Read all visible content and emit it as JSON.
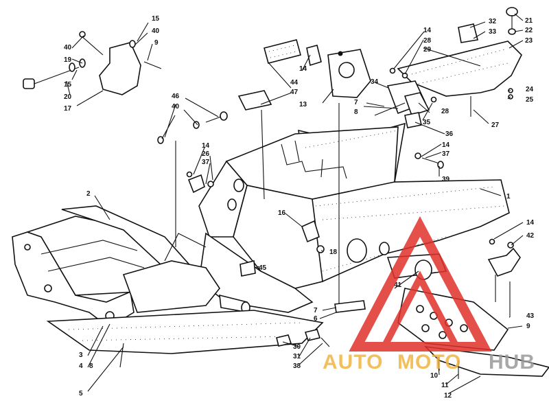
{
  "diagram": {
    "callouts": [
      {
        "id": "c1",
        "text": "15"
      },
      {
        "id": "c2",
        "text": "40"
      },
      {
        "id": "c3",
        "text": "9"
      },
      {
        "id": "c4",
        "text": "40"
      },
      {
        "id": "c5",
        "text": "19"
      },
      {
        "id": "c6",
        "text": "15"
      },
      {
        "id": "c7",
        "text": "20"
      },
      {
        "id": "c8",
        "text": "17"
      },
      {
        "id": "c9",
        "text": "14"
      },
      {
        "id": "c10",
        "text": "44"
      },
      {
        "id": "c11",
        "text": "47"
      },
      {
        "id": "c12",
        "text": "13"
      },
      {
        "id": "c13",
        "text": "46"
      },
      {
        "id": "c14",
        "text": "40"
      },
      {
        "id": "c15",
        "text": "14"
      },
      {
        "id": "c16",
        "text": "26"
      },
      {
        "id": "c17",
        "text": "37"
      },
      {
        "id": "c18",
        "text": "32"
      },
      {
        "id": "c19",
        "text": "33"
      },
      {
        "id": "c20",
        "text": "14"
      },
      {
        "id": "c21",
        "text": "28"
      },
      {
        "id": "c22",
        "text": "29"
      },
      {
        "id": "c23",
        "text": "21"
      },
      {
        "id": "c24",
        "text": "22"
      },
      {
        "id": "c25",
        "text": "23"
      },
      {
        "id": "c26",
        "text": "34"
      },
      {
        "id": "c27",
        "text": "7"
      },
      {
        "id": "c28",
        "text": "8"
      },
      {
        "id": "c29",
        "text": "28"
      },
      {
        "id": "c30",
        "text": "35"
      },
      {
        "id": "c31",
        "text": "24"
      },
      {
        "id": "c32",
        "text": "25"
      },
      {
        "id": "c33",
        "text": "27"
      },
      {
        "id": "c34",
        "text": "36"
      },
      {
        "id": "c35",
        "text": "14"
      },
      {
        "id": "c36",
        "text": "37"
      },
      {
        "id": "c37",
        "text": "39"
      },
      {
        "id": "c38",
        "text": "1"
      },
      {
        "id": "c39",
        "text": "2"
      },
      {
        "id": "c40",
        "text": "16"
      },
      {
        "id": "c41",
        "text": "18"
      },
      {
        "id": "c42",
        "text": "45"
      },
      {
        "id": "c43",
        "text": "41"
      },
      {
        "id": "c44",
        "text": "14"
      },
      {
        "id": "c45",
        "text": "42"
      },
      {
        "id": "c46",
        "text": "7"
      },
      {
        "id": "c47",
        "text": "6"
      },
      {
        "id": "c48",
        "text": "43"
      },
      {
        "id": "c49",
        "text": "9"
      },
      {
        "id": "c50",
        "text": "30"
      },
      {
        "id": "c51",
        "text": "31"
      },
      {
        "id": "c52",
        "text": "38"
      },
      {
        "id": "c53",
        "text": "10"
      },
      {
        "id": "c54",
        "text": "11"
      },
      {
        "id": "c55",
        "text": "12"
      },
      {
        "id": "c56",
        "text": "3"
      },
      {
        "id": "c57",
        "text": "4"
      },
      {
        "id": "c58",
        "text": "8"
      },
      {
        "id": "c59",
        "text": "5"
      }
    ]
  },
  "watermark": {
    "text_a": "AUTO",
    "text_b": "MOTO",
    "text_c": "HUB",
    "color_red": "#e0312b",
    "color_gold": "#f2b441",
    "color_gray": "#9a9a9a"
  }
}
